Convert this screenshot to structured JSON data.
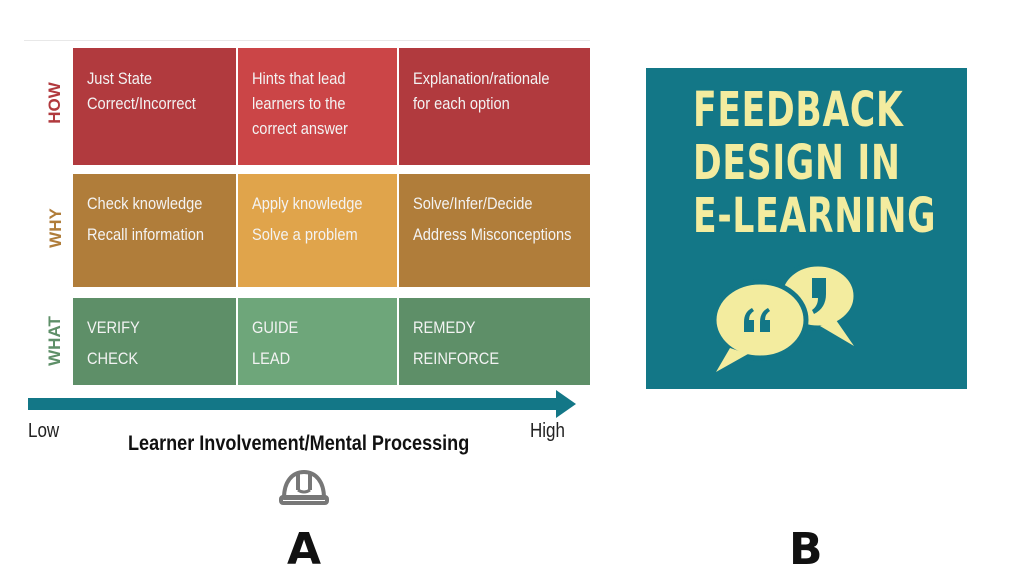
{
  "panel_a": {
    "rows": [
      {
        "label": "HOW",
        "color": "#b13a3e",
        "cells": [
          [
            "Just State",
            "Correct/Incorrect"
          ],
          [
            "Hints that lead",
            "learners to the",
            "correct answer"
          ],
          [
            "Explanation/rationale",
            "for each option"
          ]
        ]
      },
      {
        "label": "WHY",
        "color": "#b07d3a",
        "cells": [
          [
            "Check knowledge",
            "Recall information"
          ],
          [
            "Apply knowledge",
            "Solve a problem"
          ],
          [
            "Solve/Infer/Decide",
            "Address Misconceptions"
          ]
        ]
      },
      {
        "label": "WHAT",
        "color": "#5e8f68",
        "cells": [
          [
            "VERIFY",
            "CHECK"
          ],
          [
            "GUIDE",
            "LEAD"
          ],
          [
            "REMEDY",
            "REINFORCE"
          ]
        ]
      }
    ],
    "axis": {
      "low": "Low",
      "high": "High",
      "title": "Learner Involvement/Mental Processing",
      "arrow_color": "#137787"
    },
    "icon": "helmet-icon",
    "letter": "A"
  },
  "panel_b": {
    "title_lines": [
      "FEEDBACK",
      "DESIGN IN",
      "E-LEARNING"
    ],
    "background": "#137787",
    "text_color": "#f3ec9f",
    "icon": "quote-bubbles-icon",
    "letter": "B"
  }
}
